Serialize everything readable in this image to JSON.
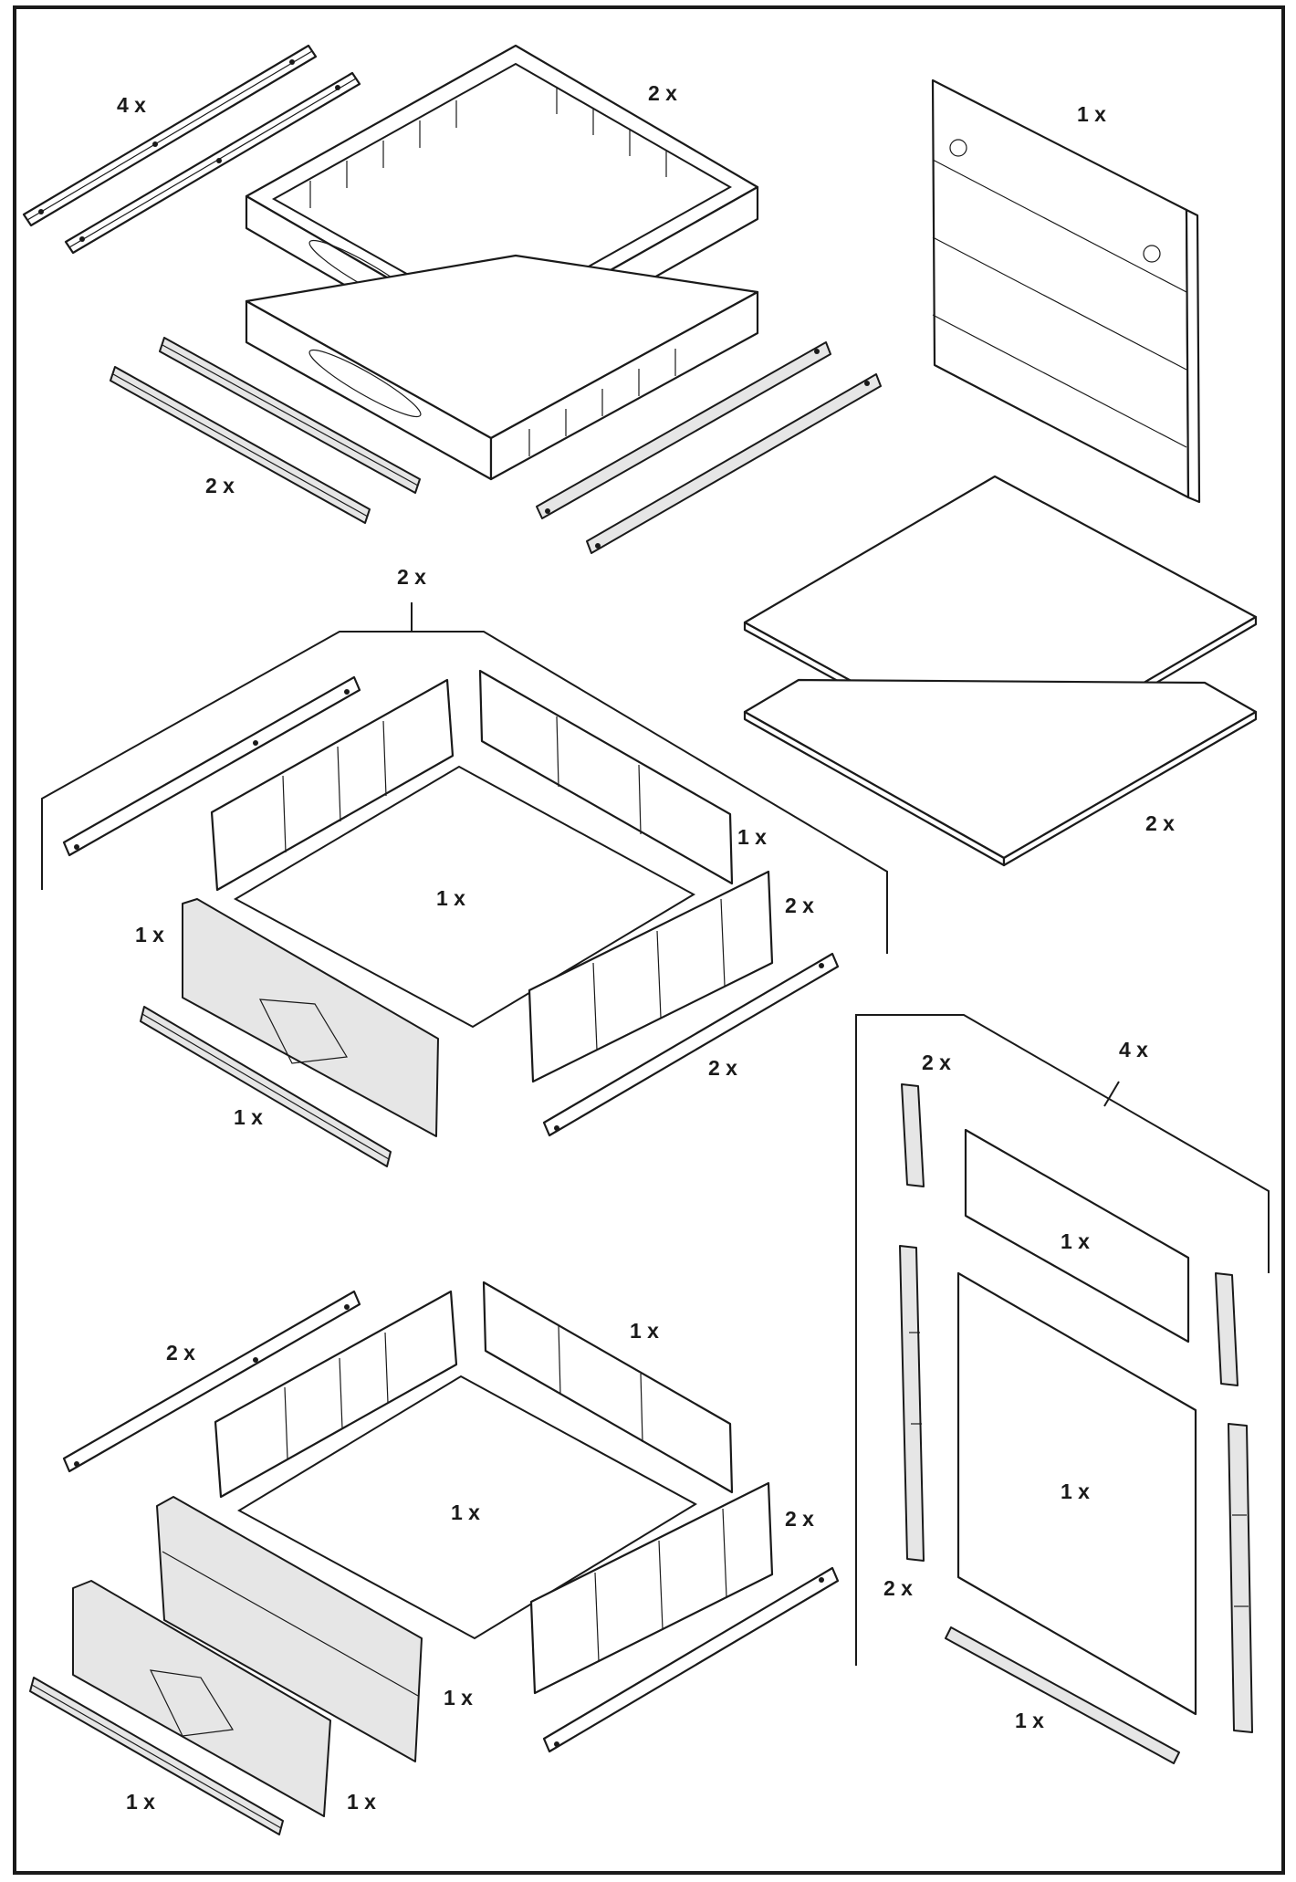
{
  "labels": {
    "rails_top_left": "4 x",
    "frames_top": "2 x",
    "back_panel": "1 x",
    "rails_under_frames": "2 x",
    "drawer_group_1": "2 x",
    "shelves": "2 x",
    "d1_back_side": "1 x",
    "d1_bottom": "1 x",
    "d1_side_right": "2 x",
    "d1_front": "1 x",
    "d1_front_rail": "1 x",
    "d1_right_rail": "2 x",
    "door_group": "4 x",
    "door_hinge_top": "2 x",
    "door_top_panel": "1 x",
    "door_main_panel": "1 x",
    "door_hinge_long": "2 x",
    "door_rail": "1 x",
    "d2_left_rail": "2 x",
    "d2_back": "1 x",
    "d2_bottom": "1 x",
    "d2_side_right": "2 x",
    "d2_front_inner": "1 x",
    "d2_front_rail": "1 x",
    "d2_front_outer": "1 x"
  },
  "colors": {
    "line": "#1a1a1a",
    "fill": "#ffffff",
    "shade": "#e6e6e6"
  }
}
